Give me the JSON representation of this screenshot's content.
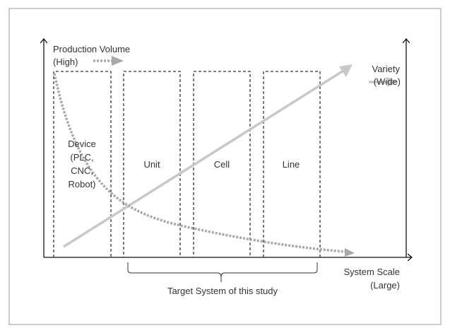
{
  "y_axis": {
    "label_line1": "Production Volume",
    "label_line2": "(High)"
  },
  "right_axis": {
    "label_line1": "Variety",
    "label_line2": "(Wide)"
  },
  "x_axis": {
    "label_line1": "System Scale",
    "label_line2": "(Large)"
  },
  "levels": [
    {
      "lines": [
        "Device",
        "(PLC,",
        "CNC,",
        "Robot)"
      ]
    },
    {
      "lines": [
        "Unit"
      ]
    },
    {
      "lines": [
        "Cell"
      ]
    },
    {
      "lines": [
        "Line"
      ]
    }
  ],
  "brace_label": "Target System of this study",
  "colors": {
    "axis": "#111111",
    "arrow": "#c8c8c8",
    "dotted": "#a8a8a8",
    "box": "#333333"
  }
}
